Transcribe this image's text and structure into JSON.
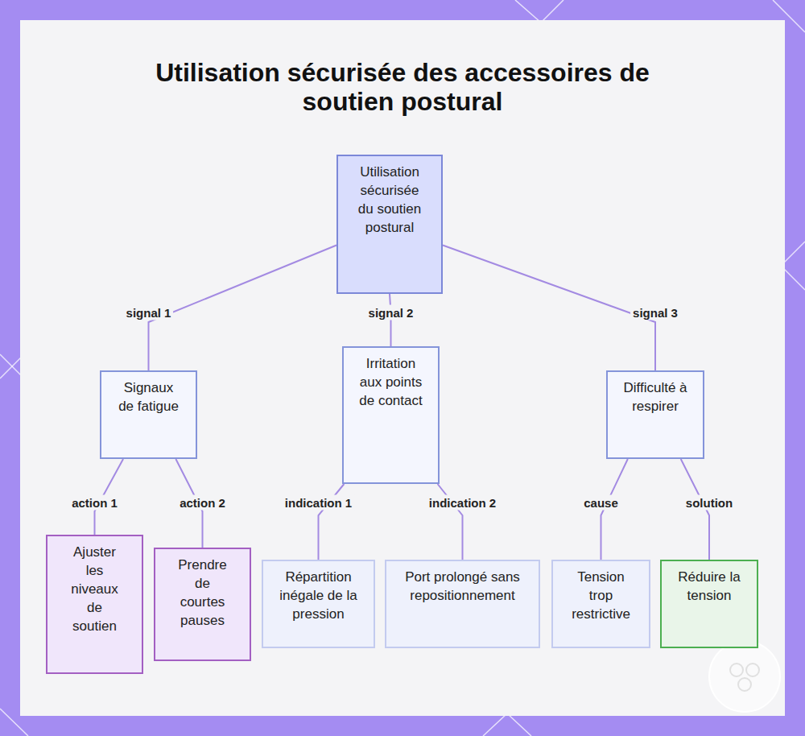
{
  "diagram": {
    "title": "Utilisation sécurisée des accessoires de soutien postural",
    "nodes": [
      {
        "text": [
          "Utilisation sécurisée du soutien postural"
        ]
      },
      {
        "text": [
          "Signaux de fatigue"
        ]
      },
      {
        "text": [
          "Irritation aux points de contact"
        ]
      },
      {
        "text": [
          "Difficulté à respirer"
        ]
      },
      {
        "text": [
          "Ajuster les niveaux de soutien"
        ]
      },
      {
        "text": [
          "Prendre de courtes pauses"
        ]
      },
      {
        "text": [
          "Répartition inégale de la pression"
        ]
      },
      {
        "text": [
          "Port prolongé sans repositionnement"
        ]
      },
      {
        "text": [
          "Tension trop restrictive"
        ]
      },
      {
        "text": [
          "Réduire la tension"
        ]
      }
    ],
    "edges": [
      {
        "from": 0,
        "to": 1,
        "label": "signal 1",
        "arrow": "none"
      },
      {
        "from": 0,
        "to": 2,
        "label": "signal 2",
        "arrow": "none"
      },
      {
        "from": 0,
        "to": 3,
        "label": "signal 3",
        "arrow": "none"
      },
      {
        "from": 1,
        "to": 4,
        "label": "action 1",
        "arrow": "none"
      },
      {
        "from": 1,
        "to": 5,
        "label": "action 2",
        "arrow": "none"
      },
      {
        "from": 2,
        "to": 6,
        "label": "indication 1",
        "arrow": "none"
      },
      {
        "from": 2,
        "to": 7,
        "label": "indication 2",
        "arrow": "none"
      },
      {
        "from": 3,
        "to": 8,
        "label": "cause",
        "arrow": "none"
      },
      {
        "from": 3,
        "to": 9,
        "label": "solution",
        "arrow": "none"
      }
    ]
  }
}
